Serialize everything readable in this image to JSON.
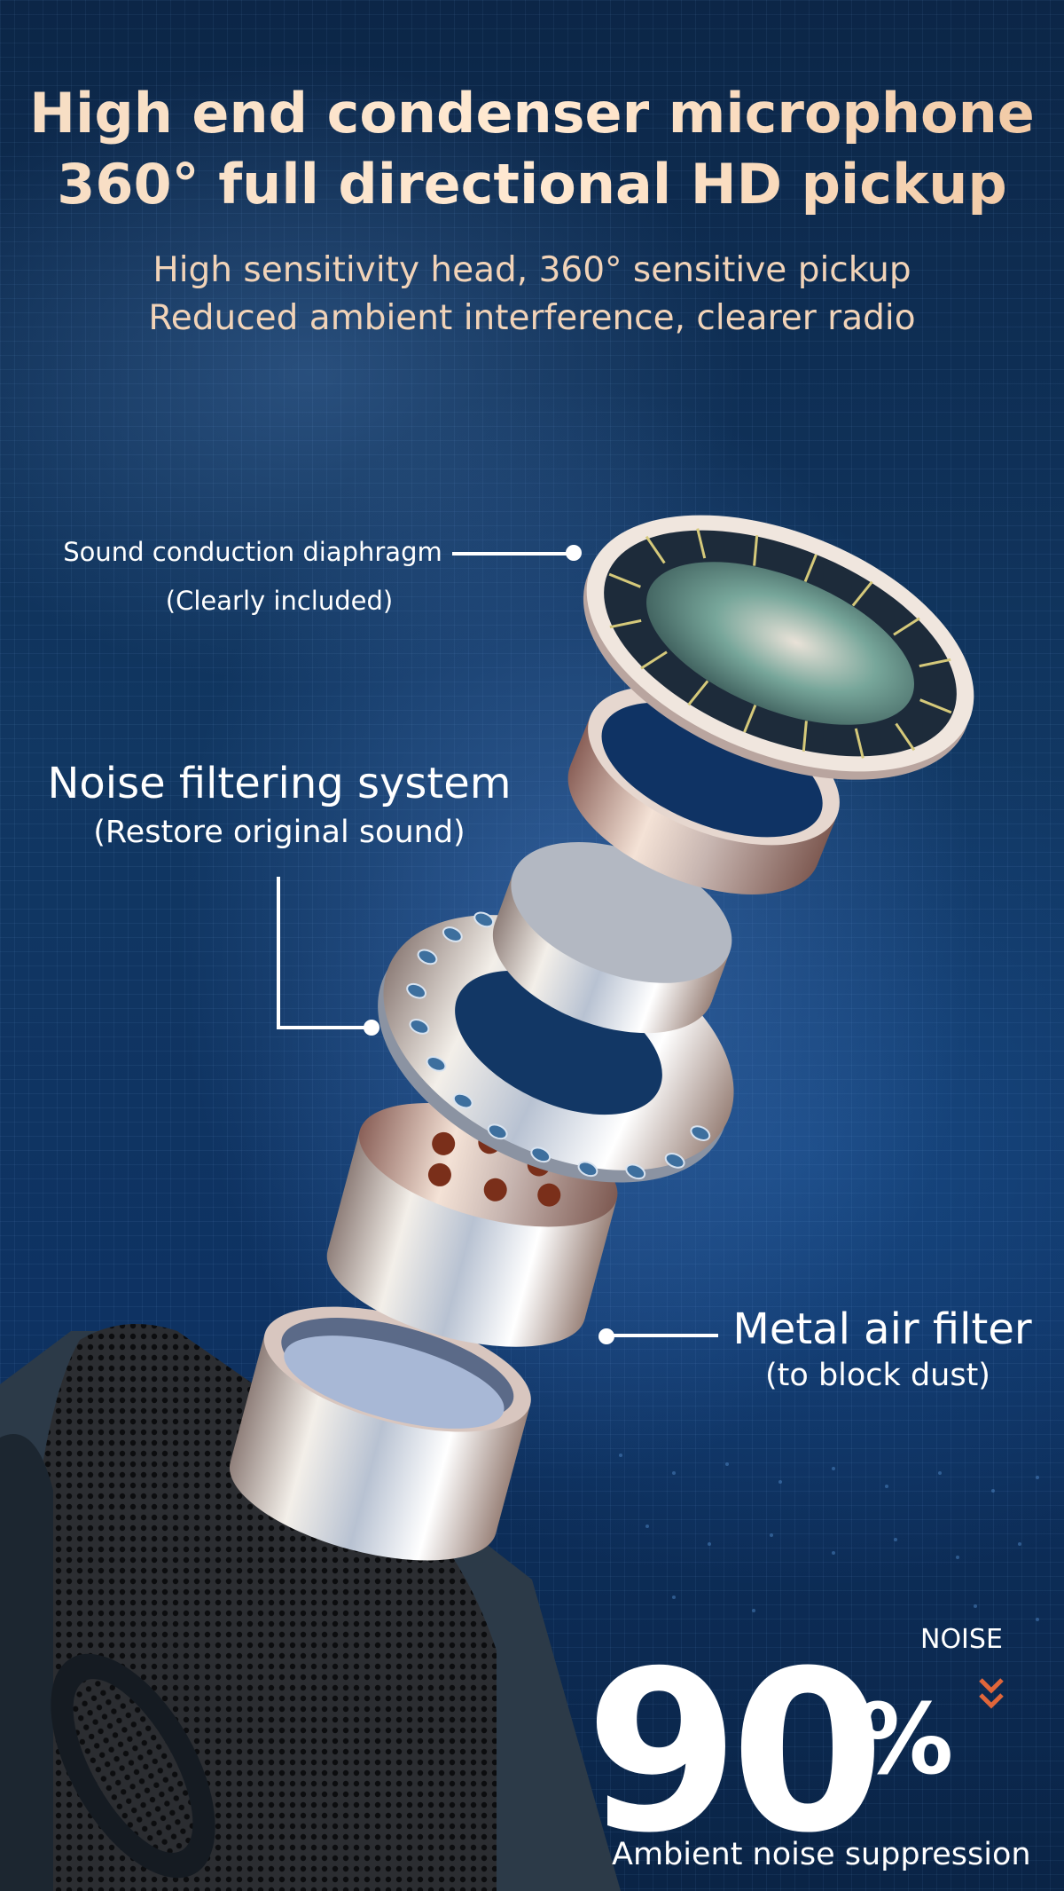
{
  "header": {
    "title_line1": "High end condenser microphone",
    "title_line2": "360° full directional HD pickup",
    "subtitle_line1": "High sensitivity head, 360° sensitive pickup",
    "subtitle_line2": "Reduced ambient interference, clearer radio"
  },
  "callouts": {
    "diaphragm": {
      "title": "Sound conduction diaphragm",
      "note": "(Clearly included)"
    },
    "noise_filter": {
      "title": "Noise filtering system",
      "note": "(Restore original sound)"
    },
    "air_filter": {
      "title": "Metal air filter",
      "note": "(to block dust)"
    }
  },
  "stat": {
    "label": "NOISE",
    "value": "90",
    "unit": "%",
    "caption": "Ambient noise suppression",
    "arrow_icon": "double-chevron-down-icon",
    "arrow_color": "#e0663a"
  },
  "colors": {
    "title": "#f6dcc2",
    "subtitle": "#f1d3b8",
    "background": "#0f3160"
  }
}
